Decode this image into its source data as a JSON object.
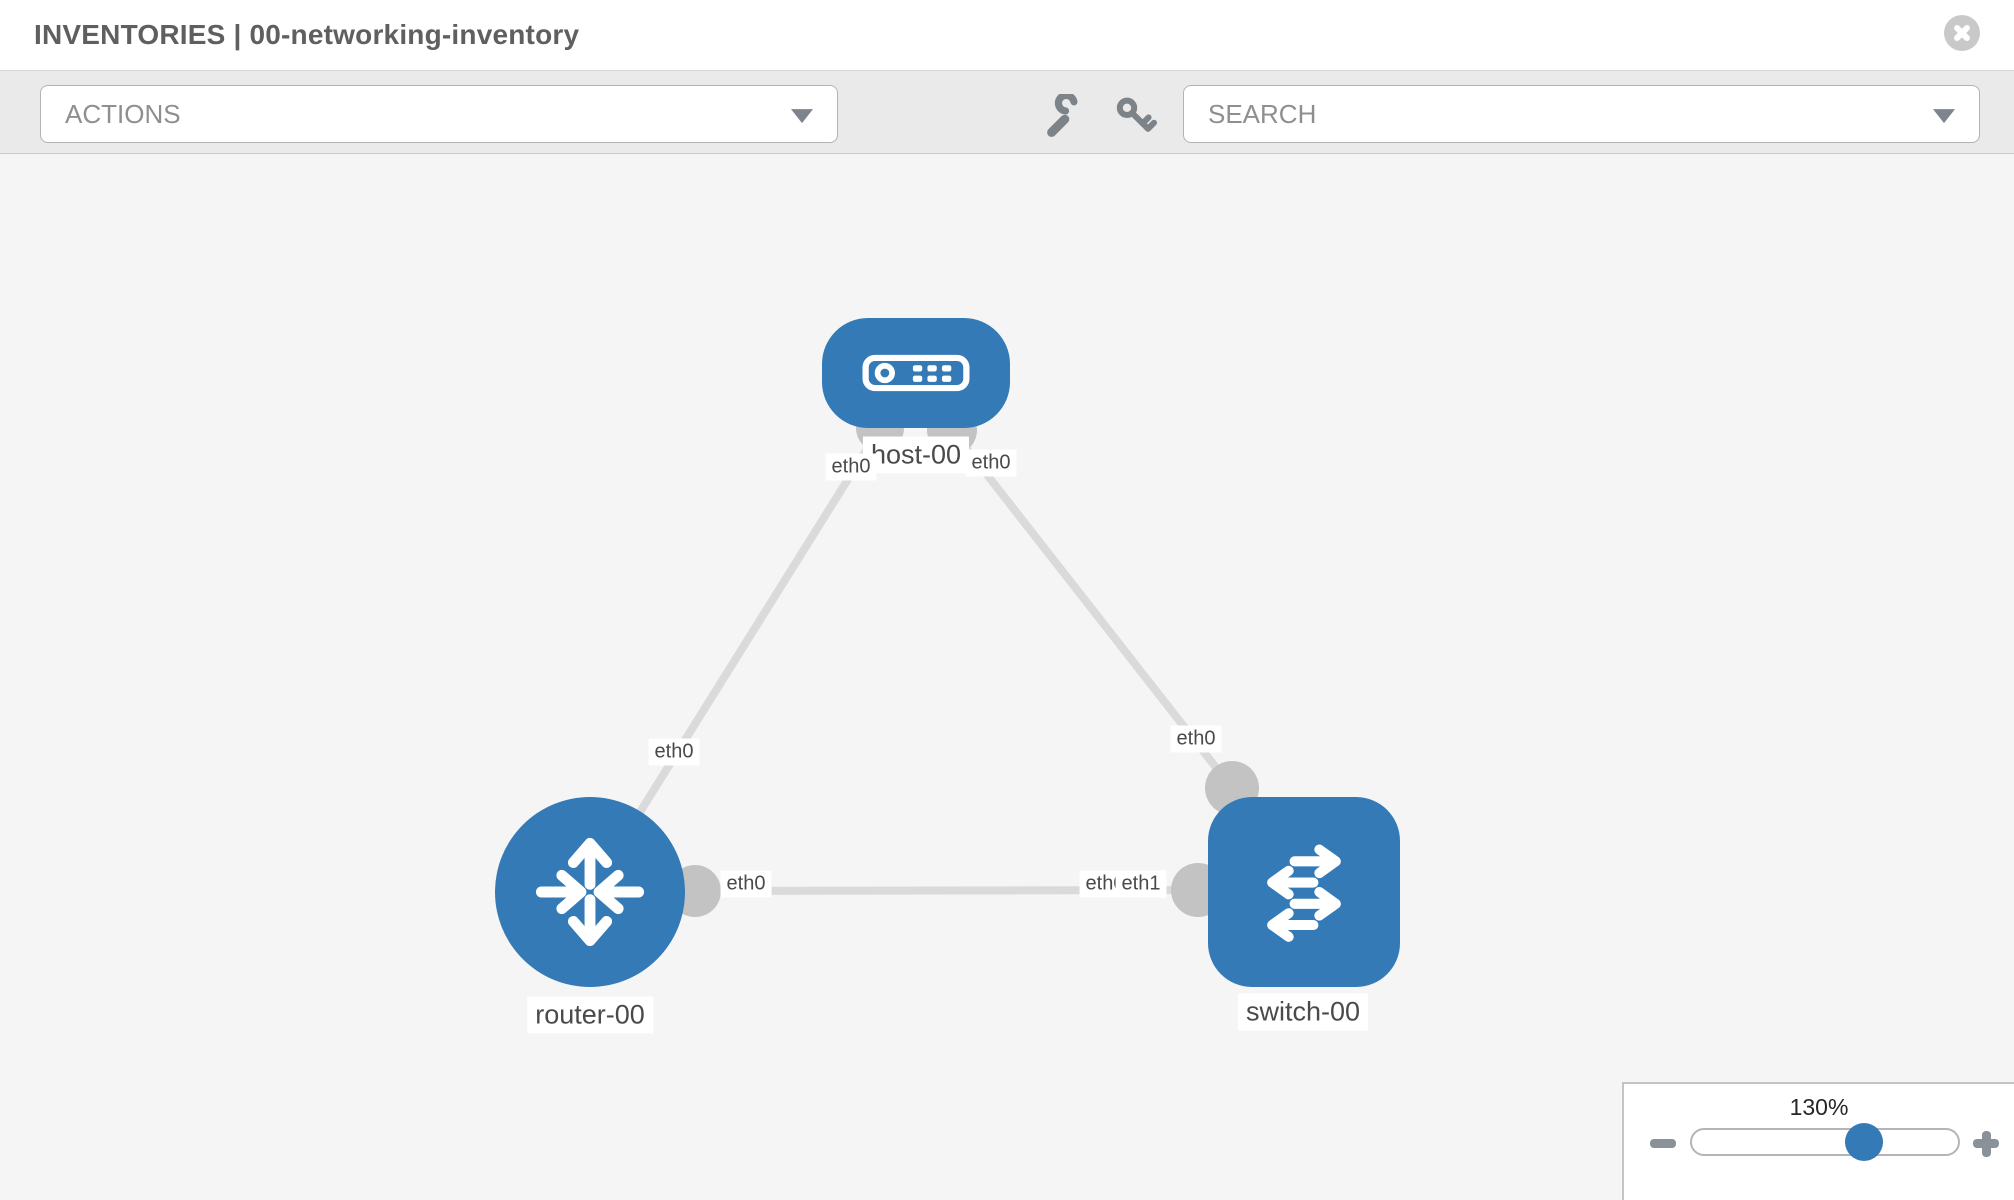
{
  "header": {
    "title": "INVENTORIES | 00-networking-inventory",
    "close_icon": "x-circle"
  },
  "toolbar": {
    "actions": {
      "placeholder": "ACTIONS",
      "icon": "caret-down"
    },
    "tools": [
      {
        "icon": "wrench"
      },
      {
        "icon": "key"
      }
    ],
    "search": {
      "placeholder": "SEARCH",
      "icon": "caret-down"
    }
  },
  "canvas": {
    "nodes": [
      {
        "id": "host-00",
        "label": "host-00",
        "type": "host",
        "icon": "server-icon"
      },
      {
        "id": "router-00",
        "label": "router-00",
        "type": "router",
        "icon": "router-arrows-icon"
      },
      {
        "id": "switch-00",
        "label": "switch-00",
        "type": "switch",
        "icon": "switch-arrows-icon"
      }
    ],
    "links": [
      {
        "from": "router-00",
        "to": "host-00"
      },
      {
        "from": "host-00",
        "to": "switch-00"
      },
      {
        "from": "router-00",
        "to": "switch-00"
      }
    ],
    "interface_labels": [
      {
        "id": "host-left",
        "text": "eth0"
      },
      {
        "id": "host-right",
        "text": "eth0"
      },
      {
        "id": "router-host-mid",
        "text": "eth0"
      },
      {
        "id": "switch-top",
        "text": "eth0"
      },
      {
        "id": "router-right",
        "text": "eth0"
      },
      {
        "id": "switch-left-under",
        "text": "eth0"
      },
      {
        "id": "switch-left-over",
        "text": "eth1"
      }
    ]
  },
  "zoom_control": {
    "level": "130%",
    "zoom_out_icon": "minus",
    "zoom_in_icon": "plus"
  },
  "colors": {
    "node_blue": "#337ab7",
    "link_gray": "#dadada",
    "port_gray": "#c3c3c3",
    "toolbar_gray": "#eaeaea",
    "canvas_gray": "#f5f5f5"
  }
}
